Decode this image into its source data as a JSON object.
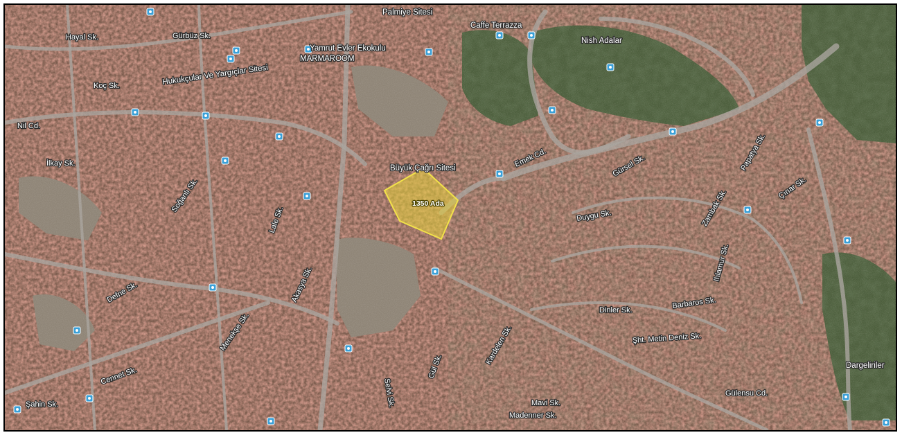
{
  "map": {
    "type": "satellite-view",
    "colors": {
      "urban_base": "#7a5a4b",
      "roof_red": "#9c4a3c",
      "road": "#a8a39c",
      "green_area": "#4d5f3d",
      "parcel_fill": "#e6d23c",
      "parcel_stroke": "#f2e24a",
      "marker": "#3aa0d8"
    }
  },
  "parcel": {
    "label": "1350 Ada"
  },
  "pois": [
    {
      "name": "Palmiye Sitesi"
    },
    {
      "name": "Caffe Terrazza"
    },
    {
      "name": "Nish Adalar"
    },
    {
      "name": "Yamrut Evler Ekokulu"
    },
    {
      "name": "MARMAROOM"
    },
    {
      "name": "Hukukçular Ve Yargıçlar Sitesi"
    },
    {
      "name": "Büyük Çağrı Sitesi"
    },
    {
      "name": "Dargeliriler"
    }
  ],
  "streets": [
    "Hayal Sk.",
    "Gürbüz Sk.",
    "Koç Sk.",
    "Nil Cd.",
    "İlkay Sk.",
    "Emek Cd.",
    "Gürsel Sk.",
    "Duygu Sk.",
    "Dinler Sk.",
    "Barbaros Sk.",
    "Şht. Metin Deniz Sk.",
    "Mavi Sk.",
    "Madenner Sk.",
    "Gülensu Cd.",
    "Şahin Sk.",
    "Cennet Sk.",
    "Soğanlı Sk.",
    "Lale Sk.",
    "Menekşe Sk.",
    "Gül Sk.",
    "Selvi Sk.",
    "Kardelen Sk.",
    "Zambak Sk.",
    "Papatya Sk.",
    "Çınar Sk.",
    "Ihlamur Sk.",
    "Akasya Sk.",
    "Defne Sk."
  ],
  "markers": {
    "count": 28
  }
}
